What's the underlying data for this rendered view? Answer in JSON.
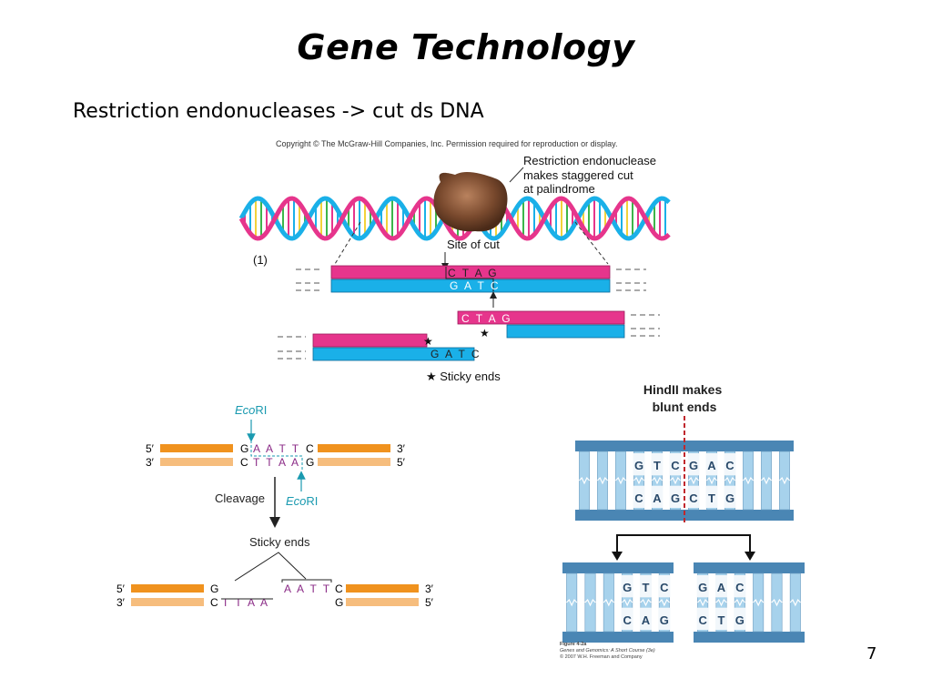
{
  "slide": {
    "title": "Gene Technology",
    "subtitle": "Restriction endonucleases -> cut ds DNA",
    "page_number": "7"
  },
  "figure_top": {
    "copyright": "Copyright © The McGraw-Hill Companies, Inc. Permission required for reproduction or display.",
    "enzyme_label": [
      "Restriction endonuclease",
      "makes staggered cut",
      "at palindrome"
    ],
    "site_of_cut": "Site of cut",
    "step": "(1)",
    "top_strand_seq": "C T A G",
    "bottom_strand_seq": "G A T C",
    "frag_right_seq": "C T A G",
    "frag_left_seq": "G A T C",
    "star": "★",
    "sticky_ends_legend": "★ Sticky ends",
    "colors": {
      "pink": "#e6358c",
      "blue": "#1ab0e8",
      "enzyme": "#7a4a2e"
    }
  },
  "figure_ecori": {
    "enzyme": "EcoRI",
    "enzyme_italic": "Eco",
    "enzyme_rest": "RI",
    "five_prime": "5′",
    "three_prime": "3′",
    "top_left_base": "G",
    "top_mid": "A A T T",
    "top_right_base": "C",
    "bottom_left_base": "C",
    "bottom_mid": "T T A A",
    "bottom_right_base": "G",
    "cleavage": "Cleavage",
    "sticky_ends": "Sticky ends",
    "res_top_left": "G",
    "res_top_mid": "A A T T",
    "res_top_right": "C",
    "res_bot_left": "C",
    "res_bot_mid": "T T A A",
    "res_bot_right": "G",
    "colors": {
      "orange": "#f0921e",
      "orange_light": "#f6bd7d",
      "seq": "#8a2a86",
      "arrow": "#1a9ab0"
    }
  },
  "figure_hindii": {
    "heading": [
      "HindII makes",
      "blunt ends"
    ],
    "top_seq": [
      "G",
      "T",
      "C",
      "G",
      "A",
      "C"
    ],
    "bottom_seq": [
      "C",
      "A",
      "G",
      "C",
      "T",
      "G"
    ],
    "left_top": [
      "G",
      "T",
      "C"
    ],
    "left_bottom": [
      "C",
      "A",
      "G"
    ],
    "right_top": [
      "G",
      "A",
      "C"
    ],
    "right_bottom": [
      "C",
      "T",
      "G"
    ],
    "credit": [
      "Figure 4-2a",
      "Genes and Genomics: A Short Course (3e)",
      "© 2007 W.H. Freeman and Company"
    ],
    "colors": {
      "rail": "#4a86b4",
      "rung": "#a7d2ec",
      "cut": "#c0272d"
    }
  }
}
